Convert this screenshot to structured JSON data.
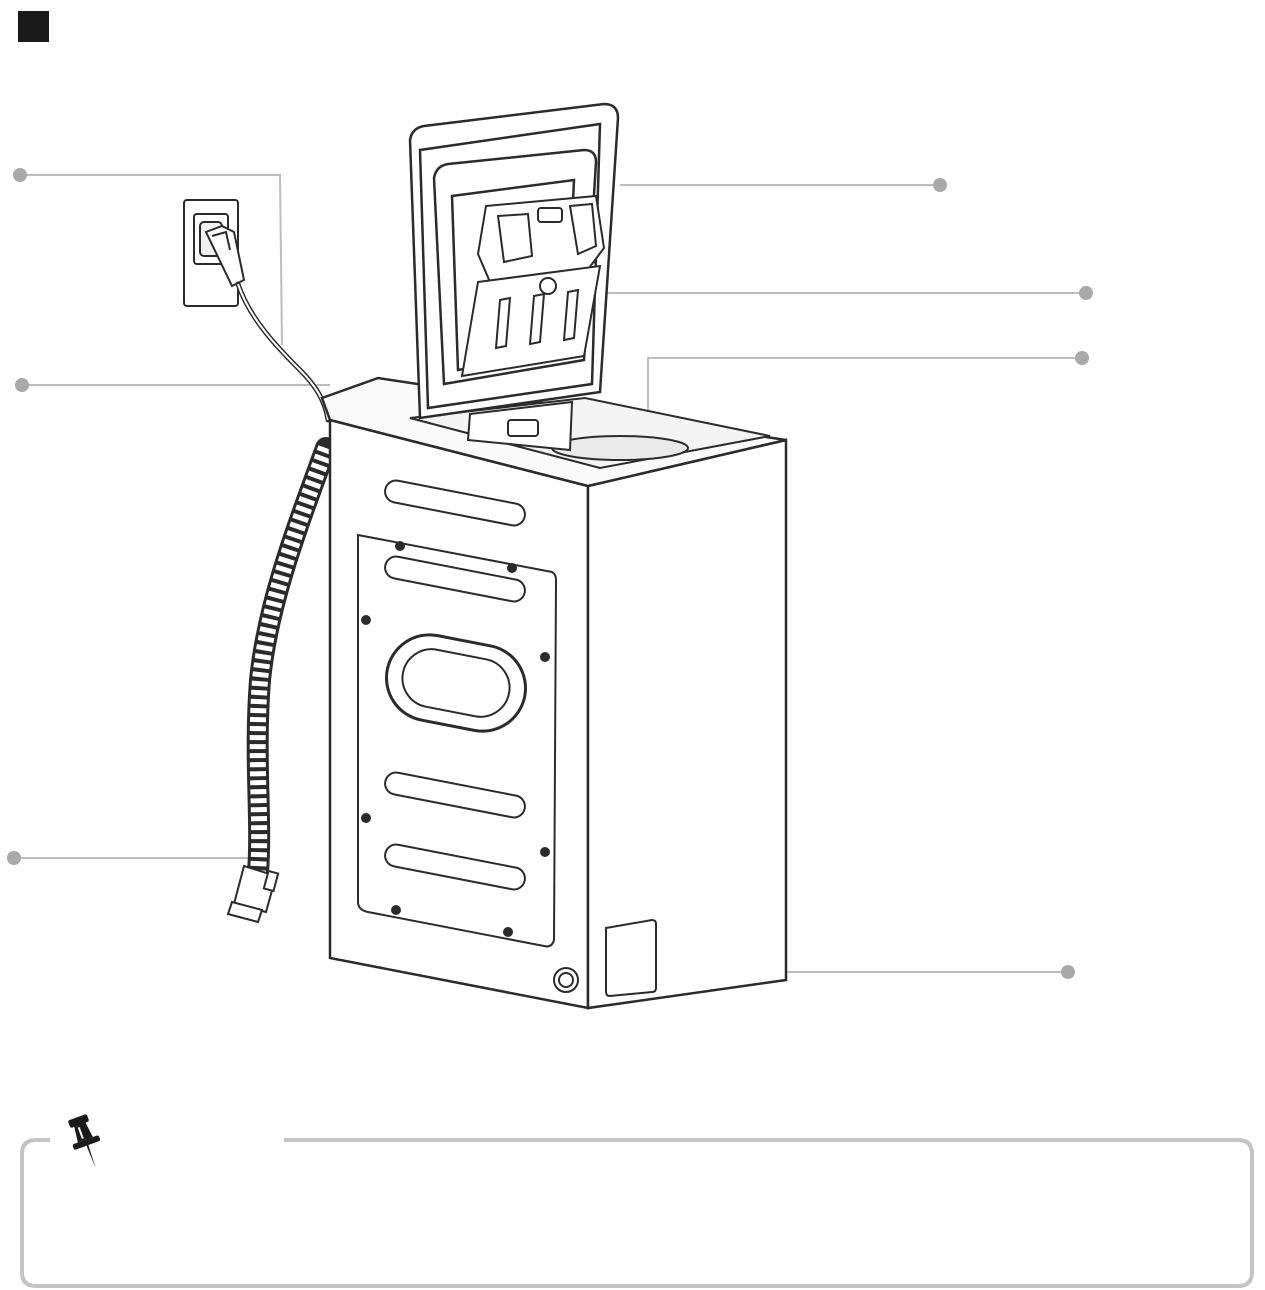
{
  "page": {
    "section_marker": "filled-square",
    "colors": {
      "line_art": "#2b2b2b",
      "callout": "#bdbdbd",
      "callout_dot": "#a9a9a9",
      "note_border": "#c4c4c4",
      "marker": "#1a1a1a"
    }
  },
  "diagram": {
    "subject": "top-load-washing-machine-rear-view",
    "callouts": [
      {
        "id": "power-plug",
        "side": "left"
      },
      {
        "id": "power-cord",
        "side": "left"
      },
      {
        "id": "drain-hose",
        "side": "left"
      },
      {
        "id": "lid",
        "side": "right"
      },
      {
        "id": "detergent-dispenser",
        "side": "right"
      },
      {
        "id": "drum",
        "side": "right"
      },
      {
        "id": "filter-cover",
        "side": "right"
      }
    ]
  },
  "note": {
    "icon": "pushpin-icon",
    "text": ""
  }
}
